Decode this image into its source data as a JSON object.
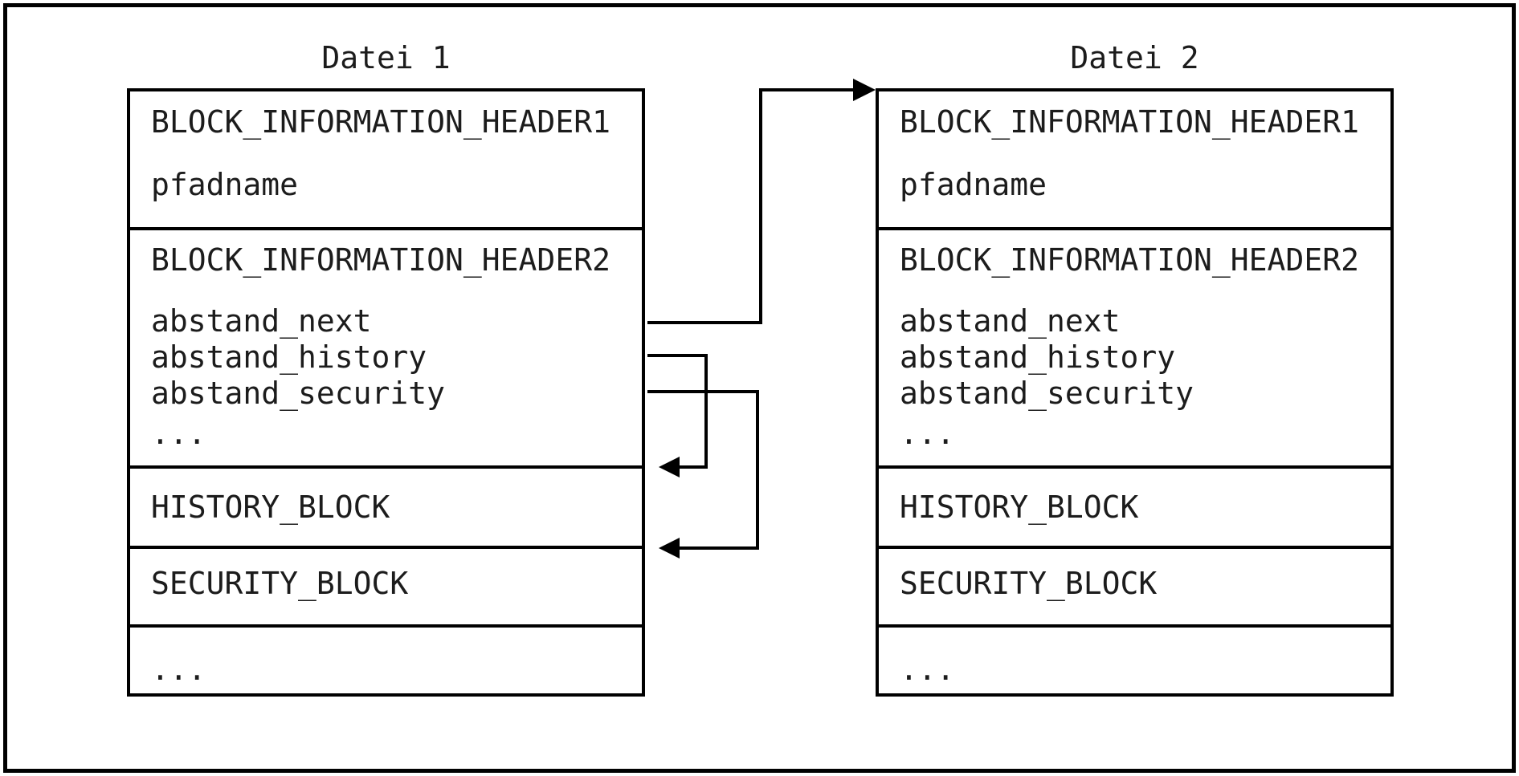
{
  "page": {
    "colors": {
      "background": "#ffffff",
      "line_color": "#000000",
      "text_color": "#1c1c1c"
    }
  },
  "files": [
    {
      "title": "Datei 1",
      "rows": {
        "header1": "BLOCK_INFORMATION_HEADER1",
        "pfadname": "pfadname",
        "header2": "BLOCK_INFORMATION_HEADER2",
        "abstand_next": "abstand_next",
        "abstand_history": "abstand_history",
        "abstand_security": "abstand_security",
        "ellipsis1": "...",
        "history_block": "HISTORY_BLOCK",
        "security_block": "SECURITY_BLOCK",
        "ellipsis2": "..."
      }
    },
    {
      "title": "Datei 2",
      "rows": {
        "header1": "BLOCK_INFORMATION_HEADER1",
        "pfadname": "pfadname",
        "header2": "BLOCK_INFORMATION_HEADER2",
        "abstand_next": "abstand_next",
        "abstand_history": "abstand_history",
        "abstand_security": "abstand_security",
        "ellipsis1": "...",
        "history_block": "HISTORY_BLOCK",
        "security_block": "SECURITY_BLOCK",
        "ellipsis2": "..."
      }
    }
  ],
  "arrows": [
    {
      "id": "abstand_next-arrow",
      "from": "Datei 1 / abstand_next",
      "to": "Datei 2 / start of file"
    },
    {
      "id": "abstand_history-arrow",
      "from": "Datei 1 / abstand_history",
      "to": "Datei 1 / HISTORY_BLOCK"
    },
    {
      "id": "abstand_security-arrow",
      "from": "Datei 1 / abstand_security",
      "to": "Datei 1 / SECURITY_BLOCK"
    }
  ]
}
